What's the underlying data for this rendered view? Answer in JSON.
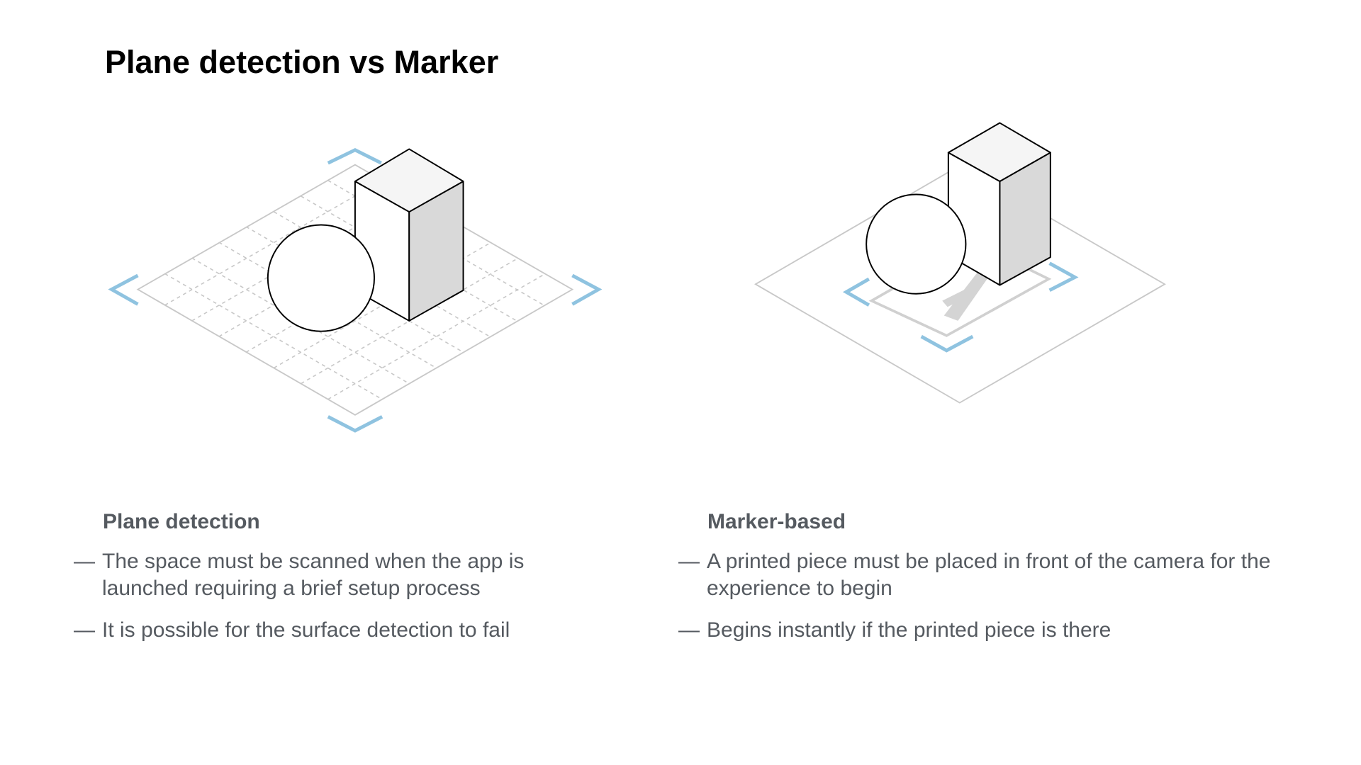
{
  "title": "Plane detection vs Marker",
  "columns": [
    {
      "heading": "Plane detection",
      "bullets": [
        "The space must be scanned when the app is launched requiring a brief setup process",
        "It is possible for the surface detection to fail"
      ]
    },
    {
      "heading": "Marker-based",
      "bullets": [
        "A printed piece must be placed in front of the camera for the experience to begin",
        "Begins instantly if the printed piece is there"
      ]
    }
  ],
  "bullet_marker": "—",
  "colors": {
    "accent": "#8fc3e0",
    "plane": "#cccccc",
    "shade": "#d9d9d9"
  }
}
